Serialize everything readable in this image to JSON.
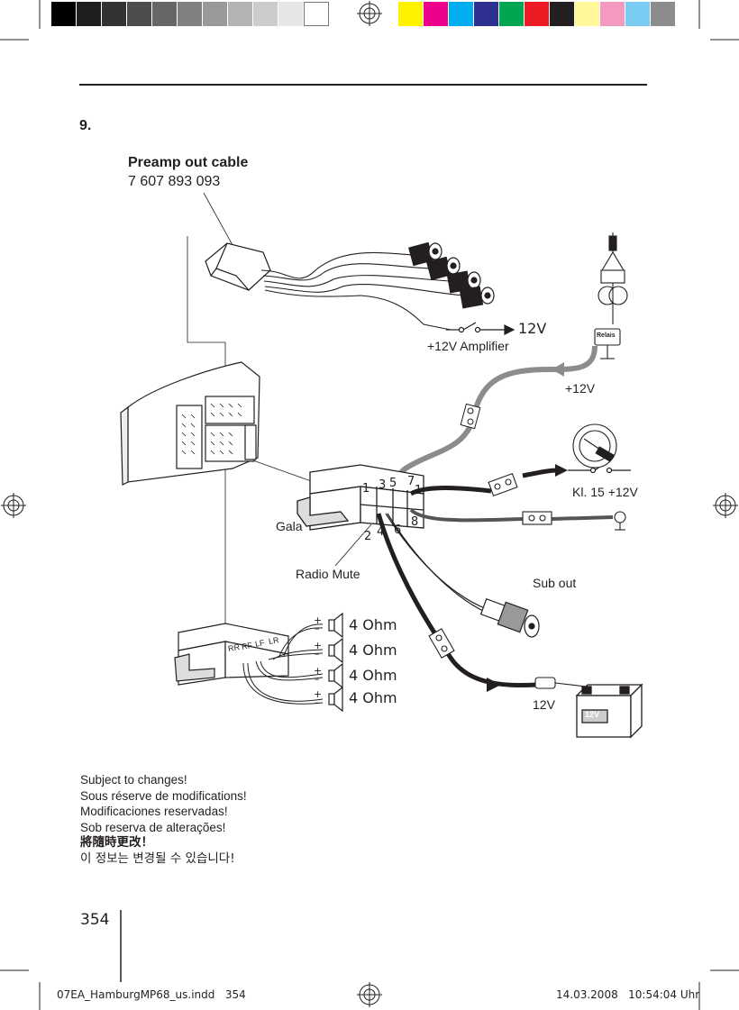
{
  "color_bar": {
    "grays": [
      "#000000",
      "#1e1e1e",
      "#333333",
      "#4d4d4d",
      "#666666",
      "#808080",
      "#999999",
      "#b3b3b3",
      "#cccccc",
      "#e6e6e6",
      "#ffffff"
    ],
    "colors": [
      "#fff200",
      "#ec008c",
      "#00aeef",
      "#2e3192",
      "#00a651",
      "#ed1c24",
      "#231f20",
      "#fff799",
      "#f49ac1",
      "#7accf2",
      "#8c8c8c"
    ]
  },
  "section_number": "9.",
  "preamp": {
    "title": "Preamp out cable",
    "part_number": "7 607 893 093"
  },
  "labels": {
    "v12_switch": "12V",
    "amplifier": "+12V Amplifier",
    "relais": "Relais",
    "v12_antenna": "+12V",
    "kl15": "Kl. 15 +12V",
    "gala": "Gala",
    "radio_mute": "Radio Mute",
    "sub_out": "Sub out",
    "v12_battery": "12V",
    "battery_face": "12V"
  },
  "pins": {
    "p1": "1",
    "p3": "3",
    "p5": "5",
    "p7": "7",
    "p1b": "1",
    "p2": "2",
    "p4": "4",
    "p6": "6",
    "p8": "8"
  },
  "speaker_plug": {
    "rr": "RR",
    "rf": "RF",
    "lf": "LF",
    "lr": "LR"
  },
  "speakers": [
    "4 Ohm",
    "4 Ohm",
    "4 Ohm",
    "4 Ohm"
  ],
  "notes": [
    "Subject to changes!",
    "Sous réserve de modifications!",
    "Modificaciones reservadas!",
    "Sob reserva de alterações!",
    "將隨時更改！",
    "이 정보는 변경될 수 있습니다!"
  ],
  "page_number": "354",
  "footer": {
    "file": "07EA_HamburgMP68_us.indd   354",
    "date": "14.03.2008   10:54:04 Uhr"
  }
}
